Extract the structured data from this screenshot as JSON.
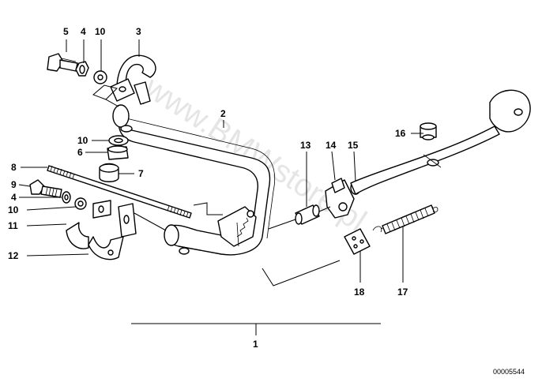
{
  "callouts": {
    "p1": "1",
    "p2": "2",
    "p3": "3",
    "p4a": "4",
    "p4b": "4",
    "p5": "5",
    "p6": "6",
    "p7": "7",
    "p8": "8",
    "p9": "9",
    "p10a": "10",
    "p10b": "10",
    "p10c": "10",
    "p11": "11",
    "p12": "12",
    "p13": "13",
    "p14": "14",
    "p15": "15",
    "p16": "16",
    "p17": "17",
    "p18": "18"
  },
  "watermark": "www.BMWstore.pl",
  "document_id": "00005544"
}
